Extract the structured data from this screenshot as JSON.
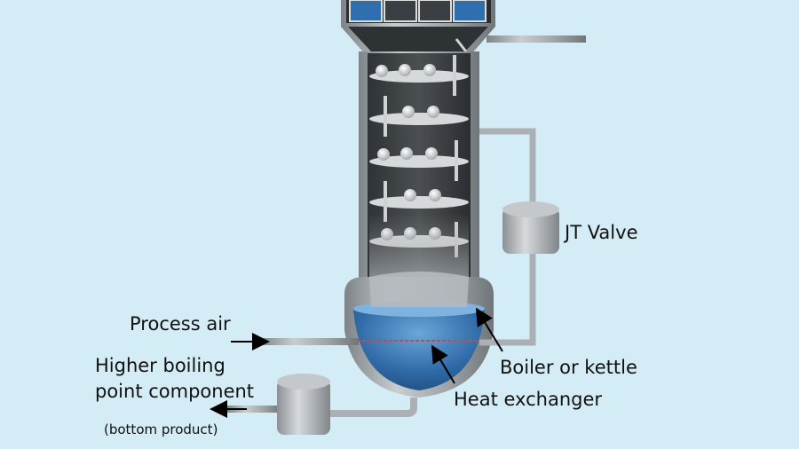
{
  "labels": {
    "process_air": "Process air",
    "higher_boiling_line1": "Higher boiling",
    "higher_boiling_line2": "point component",
    "bottom_product": "(bottom product)",
    "jt_valve": "JT Valve",
    "boiler": "Boiler or kettle",
    "heat_exchanger": "Heat exchanger"
  },
  "colors": {
    "background": "#d4ecf5",
    "column_metal": "#8f9598",
    "liquid": "#3a78b5",
    "top_accent": "#2f6fb0"
  }
}
